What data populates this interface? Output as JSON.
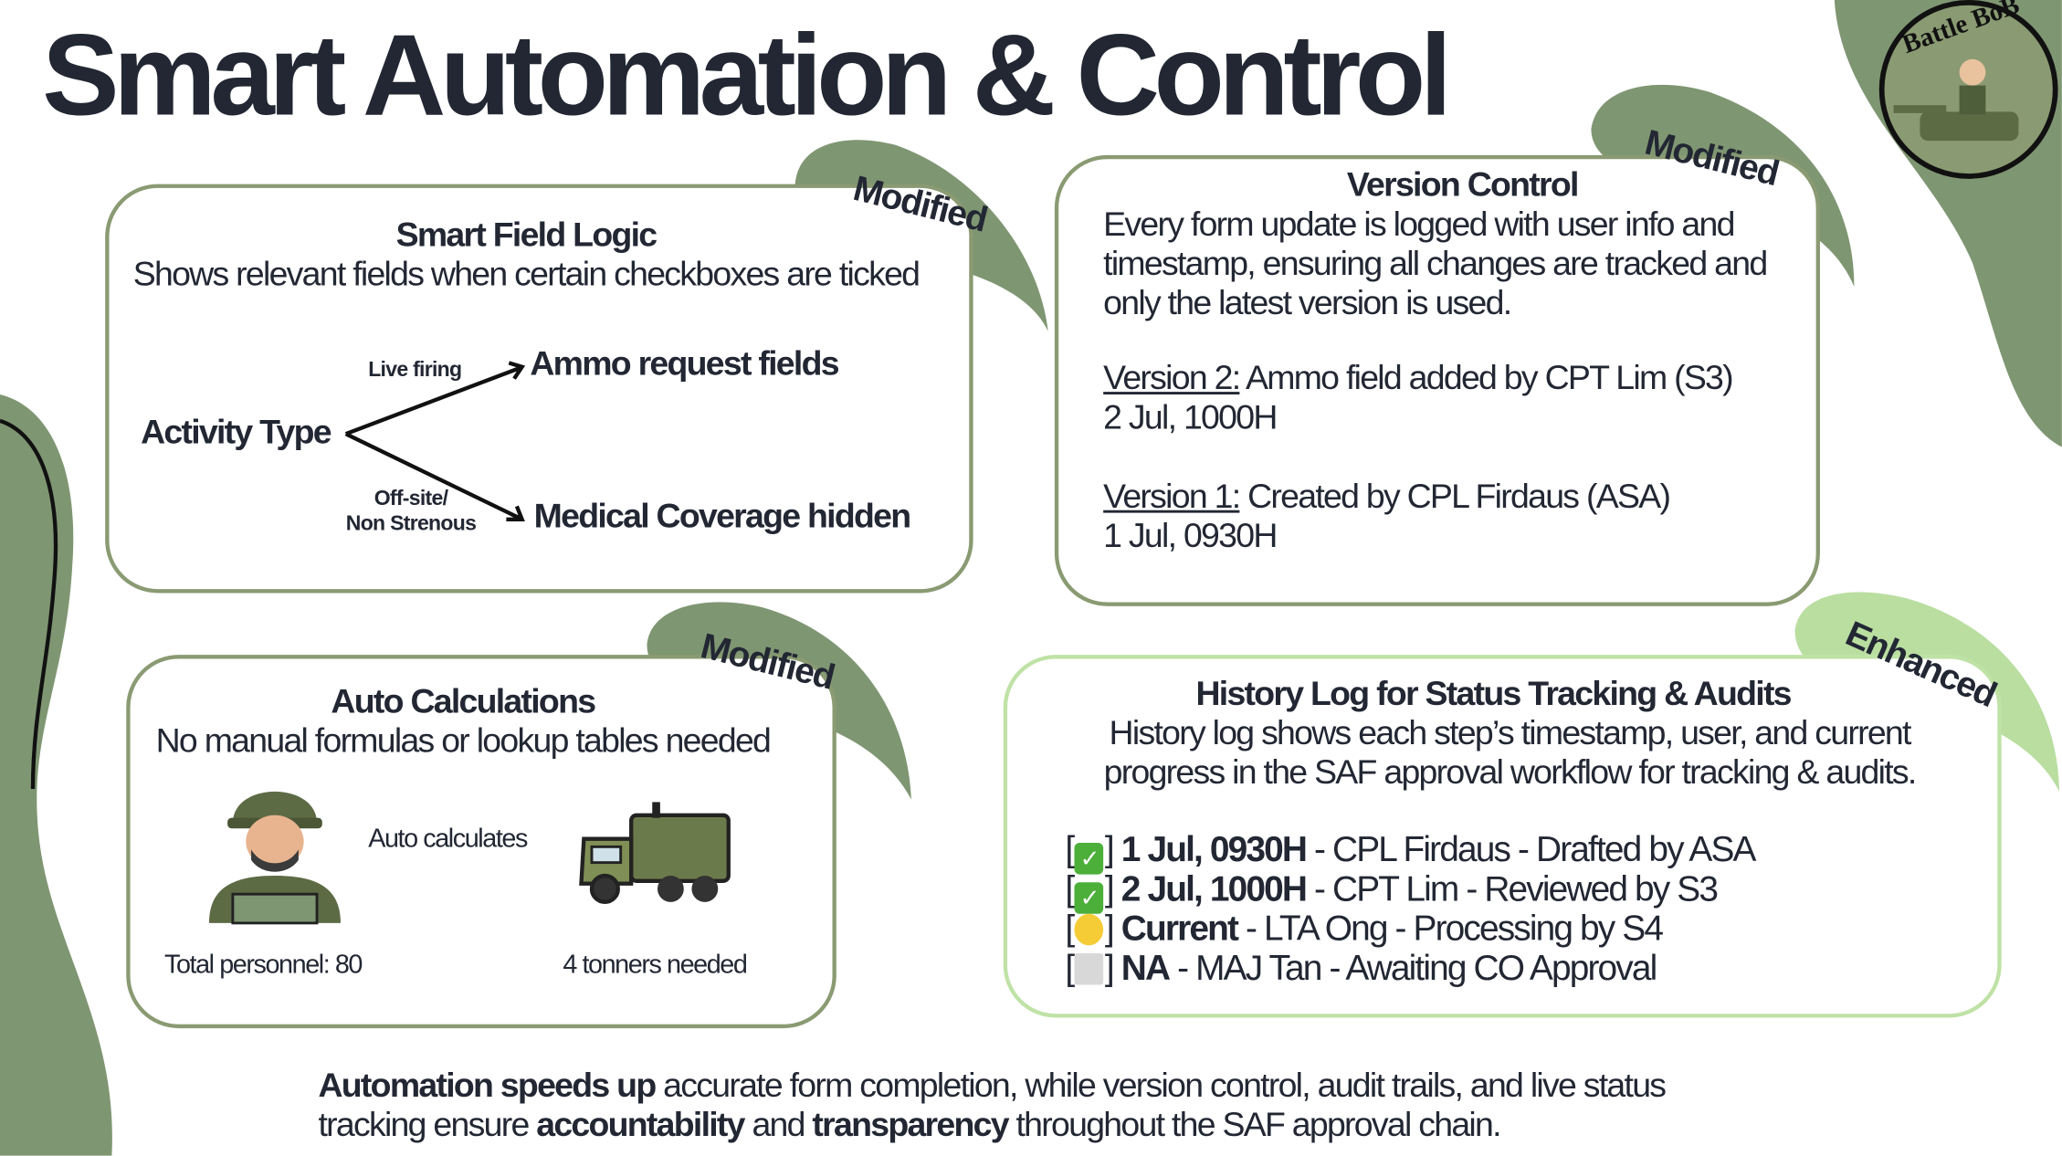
{
  "title": "Smart Automation & Control",
  "logo": {
    "text": "Battle BoB"
  },
  "colors": {
    "dark_green": "#7f9672",
    "light_green": "#b9dea0",
    "text": "#222733"
  },
  "smart_field": {
    "badge": "Modified",
    "heading": "Smart Field Logic",
    "subtitle": "Shows relevant fields when certain checkboxes are ticked",
    "source": "Activity Type",
    "branch1_label": "Live firing",
    "branch1_target": "Ammo request fields",
    "branch2_label_1": "Off-site/",
    "branch2_label_2": "Non Strenous",
    "branch2_target": "Medical Coverage hidden"
  },
  "version_control": {
    "badge": "Modified",
    "heading": "Version Control",
    "desc": [
      "Every form update is logged with user info and",
      "timestamp, ensuring all changes are tracked and",
      "only the latest version is used."
    ],
    "versions": [
      {
        "label": "Version 2:",
        "text": " Ammo field added by CPT Lim (S3)",
        "date": "2 Jul, 1000H"
      },
      {
        "label": "Version 1:",
        "text": " Created by CPL Firdaus (ASA)",
        "date": "1 Jul, 0930H"
      }
    ]
  },
  "auto_calc": {
    "badge": "Modified",
    "heading": "Auto Calculations",
    "subtitle": "No manual formulas or lookup tables needed",
    "arrow_label": "Auto calculates",
    "personnel": "Total personnel: 80",
    "trucks": "4 tonners needed"
  },
  "history": {
    "badge": "Enhanced",
    "heading": "History Log for Status Tracking & Audits",
    "desc": [
      "History log shows each step’s timestamp, user, and current",
      "progress in the SAF approval workflow for tracking & audits."
    ],
    "entries": [
      {
        "icon": "check-icon",
        "key": "1 Jul, 0930H",
        "rest": " - CPL Firdaus - Drafted by ASA"
      },
      {
        "icon": "check-icon",
        "key": "2 Jul, 1000H",
        "rest": " - CPT Lim - Reviewed by S3"
      },
      {
        "icon": "yellow-circle-icon",
        "key": "Current",
        "rest": " - LTA Ong - Processing by S4"
      },
      {
        "icon": "grey-square-icon",
        "key": "NA",
        "rest": " - MAJ Tan - Awaiting CO Approval"
      }
    ]
  },
  "footer": {
    "b1": "Automation speeds up",
    "t1": " accurate form completion, while version control, audit trails, and live status",
    "t2": "tracking ensure ",
    "b2": "accountability",
    "t3": " and ",
    "b3": "transparency",
    "t4": " throughout the SAF approval chain."
  }
}
